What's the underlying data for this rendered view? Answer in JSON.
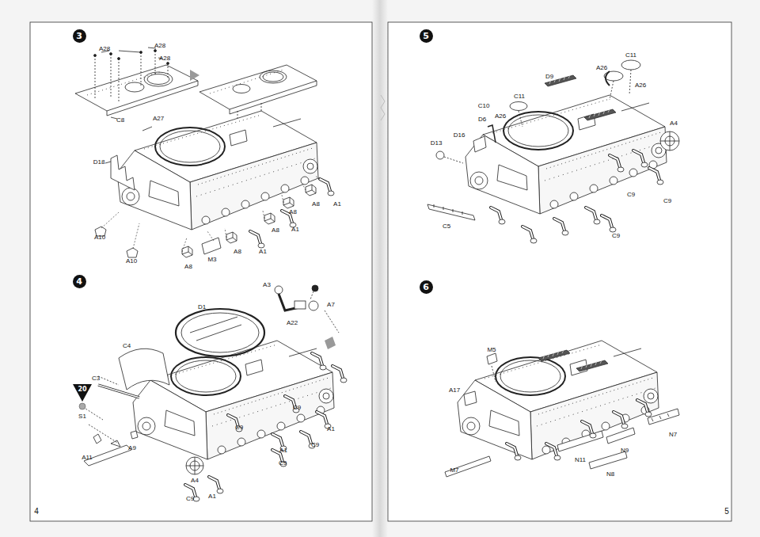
{
  "diagram": {
    "nodes": [
      {
        "text": [
          "3"
        ]
      },
      {
        "text": [
          "4"
        ]
      },
      {
        "text": [
          "20"
        ]
      },
      {
        "text": [
          "5"
        ]
      },
      {
        "text": [
          "6"
        ]
      }
    ],
    "labels": [
      "A28",
      "A28",
      "A28",
      "C8",
      "A27",
      "D18",
      "A8",
      "A1",
      "A8",
      "A1",
      "A8",
      "A8",
      "A1",
      "A8",
      "M3",
      "A10",
      "A10",
      "A3",
      "A7",
      "A22",
      "D1",
      "C4",
      "C3",
      "S1",
      "A11",
      "A9",
      "A4",
      "C9",
      "A1",
      "C9",
      "A1",
      "C9",
      "C9",
      "A1",
      "C9",
      "C11",
      "A26",
      "A26",
      "D9",
      "C11",
      "A26",
      "C10",
      "D6",
      "D16",
      "D13",
      "A4",
      "C9",
      "C9",
      "C9",
      "C5",
      "M5",
      "A17",
      "N7",
      "N9",
      "N11",
      "N8",
      "M7",
      "4",
      "5"
    ]
  }
}
